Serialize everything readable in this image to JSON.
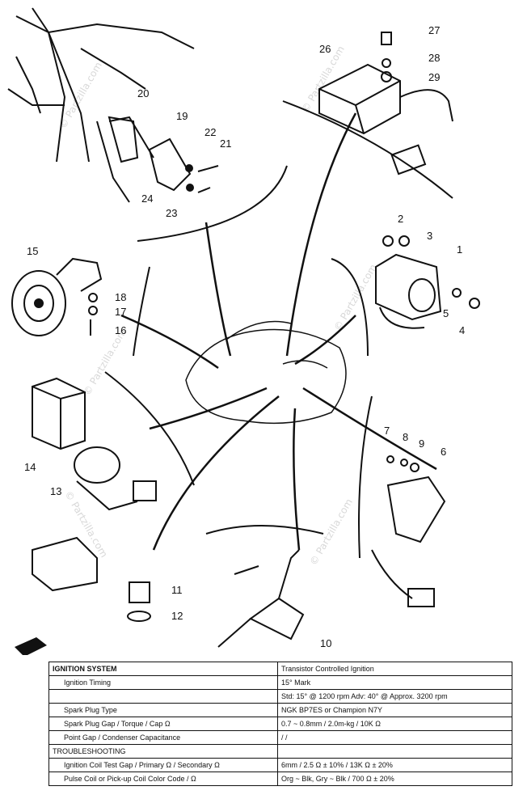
{
  "watermark": "© Partzilla.com",
  "callouts": {
    "c1": "1",
    "c2": "2",
    "c3": "3",
    "c4": "4",
    "c5": "5",
    "c6": "6",
    "c7": "7",
    "c8": "8",
    "c9": "9",
    "c10": "10",
    "c11": "11",
    "c12": "12",
    "c14": "14",
    "c15": "15",
    "c16": "16",
    "c17": "17",
    "c18": "18",
    "c19": "19",
    "c20": "20",
    "c21": "21",
    "c22": "22",
    "c23": "23",
    "c24": "24",
    "c26": "26",
    "c27": "27",
    "c28": "28",
    "c29": "29",
    "c13": "13"
  },
  "spec_table": {
    "title": "IGNITION SYSTEM",
    "title_value": "Transistor Controlled Ignition",
    "rows": [
      {
        "label": "Ignition Timing",
        "value": "15° Mark",
        "indent": true
      },
      {
        "label": "",
        "value": "Std: 15° @ 1200 rpm  Adv: 40° @ Approx. 3200 rpm",
        "indent": true
      },
      {
        "label": "Spark Plug Type",
        "value": "NGK BP7ES or Champion N7Y",
        "indent": true
      },
      {
        "label": "Spark Plug Gap / Torque / Cap Ω",
        "value": "0.7 ~ 0.8mm / 2.0m-kg / 10K Ω",
        "indent": true
      },
      {
        "label": "Point Gap / Condenser Capacitance",
        "value": "/ /",
        "indent": true
      },
      {
        "label": "TROUBLESHOOTING",
        "value": "",
        "indent": false
      },
      {
        "label": "Ignition Coil Test Gap / Primary Ω / Secondary Ω",
        "value": "6mm / 2.5 Ω ± 10% / 13K Ω ± 20%",
        "indent": true
      },
      {
        "label": "Pulse Coil or Pick-up Coil Color Code / Ω",
        "value": "Org ~ Blk, Gry ~ Blk / 700 Ω ± 20%",
        "indent": true
      }
    ]
  }
}
